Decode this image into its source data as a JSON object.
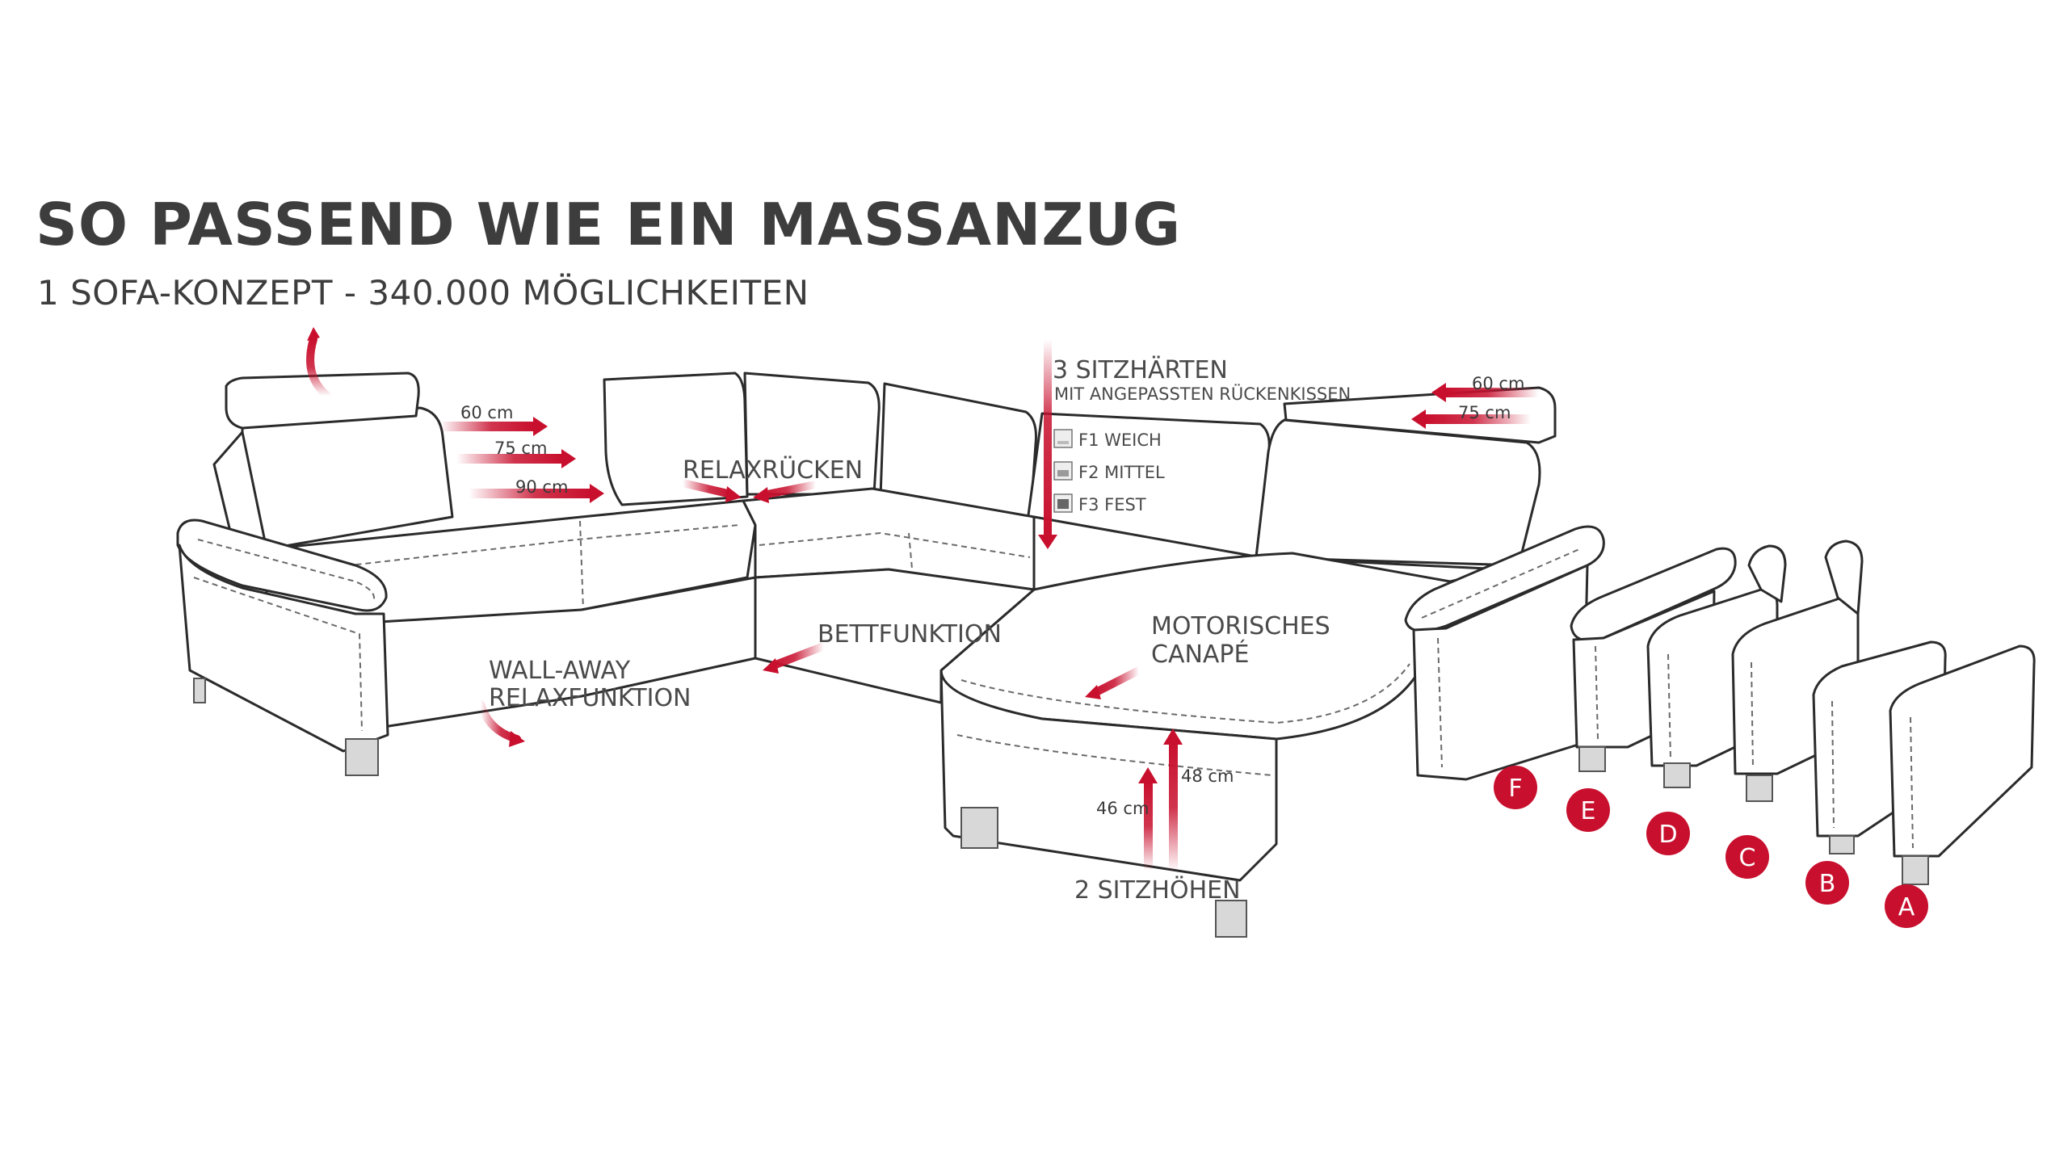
{
  "headline": "SO PASSEND WIE EIN MASSANZUG",
  "subline": "1 SOFA-KONZEPT - 340.000 MÖGLICHKEITEN",
  "labels": {
    "sitzhaerten_title": "3 SITZHÄRTEN",
    "sitzhaerten_sub": "MIT ANGEPASSTEN RÜCKENKISSEN",
    "relaxruecken": "RELAXRÜCKEN",
    "bettfunktion": "BETTFUNKTION",
    "wallaway_1": "WALL-AWAY",
    "wallaway_2": "RELAXFUNKTION",
    "motorisch_1": "MOTORISCHES",
    "motorisch_2": "CANAPÉ",
    "sitzhoehen": "2 SITZHÖHEN"
  },
  "firmness": [
    {
      "code": "F1",
      "label": "F1 WEICH"
    },
    {
      "code": "F2",
      "label": "F2 MITTEL"
    },
    {
      "code": "F3",
      "label": "F3 FEST"
    }
  ],
  "depths_left": [
    "60 cm",
    "75 cm",
    "90 cm"
  ],
  "depths_right": [
    "60 cm",
    "75 cm"
  ],
  "heights": [
    "46 cm",
    "48 cm"
  ],
  "armrests": [
    "F",
    "E",
    "D",
    "C",
    "B",
    "A"
  ],
  "colors": {
    "accent": "#c8102e",
    "text": "#3d3d3d",
    "outline": "#2b2b2b"
  }
}
